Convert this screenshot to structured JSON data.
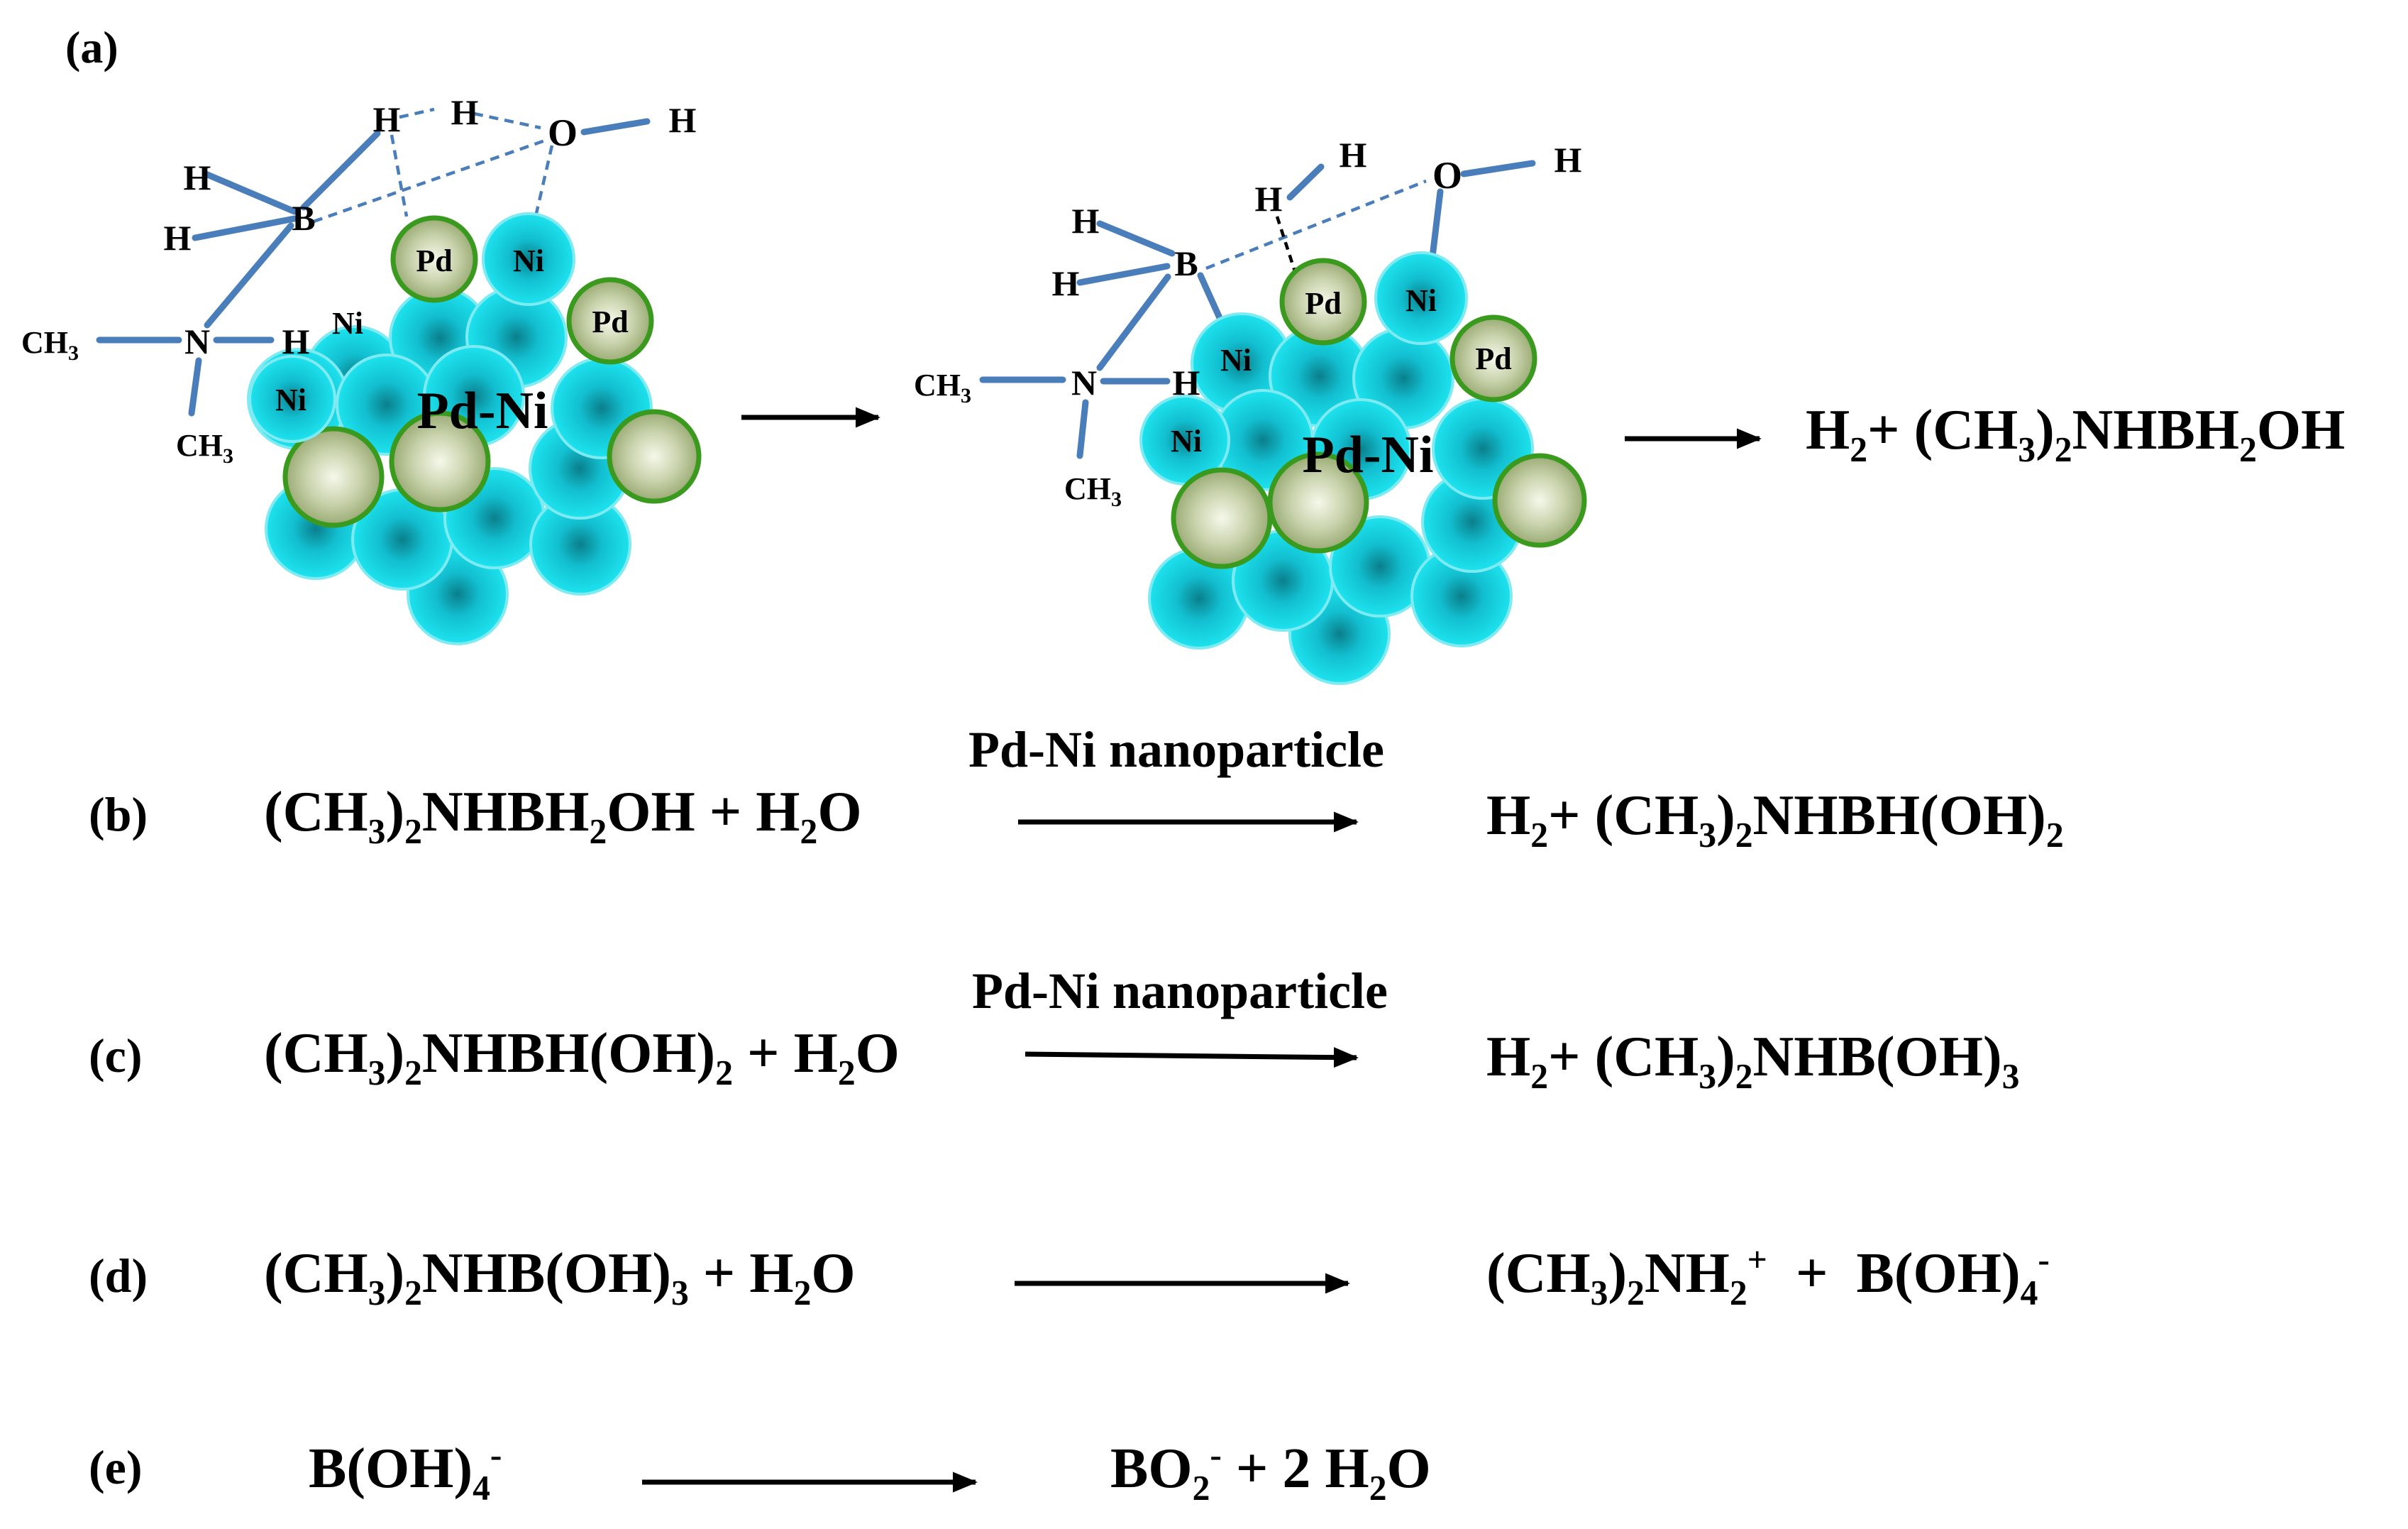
{
  "panels": {
    "a": "(a)",
    "b": "(b)",
    "c": "(c)",
    "d": "(d)",
    "e": "(e)"
  },
  "atoms": {
    "H": "H",
    "B": "B",
    "O": "O",
    "N": "N",
    "CH": "CH",
    "sub3": "3",
    "Pd": "Pd",
    "Ni": "Ni"
  },
  "cluster_label": "Pd-Ni",
  "catalyst_label": "Pd-Ni nanoparticle",
  "colors": {
    "bond": "#4a7ebb",
    "ni_fill": "#11d4e0",
    "ni_rim": "#7eeaf2",
    "pd_fill": "#b8c89a",
    "pd_rim": "#3a9a1e"
  },
  "reactions": {
    "a_product": [
      {
        "t": "H"
      },
      {
        "t": "2",
        "s": "sub"
      },
      {
        "t": "+ (CH"
      },
      {
        "t": "3",
        "s": "sub"
      },
      {
        "t": ")"
      },
      {
        "t": "2",
        "s": "sub"
      },
      {
        "t": "NHBH"
      },
      {
        "t": "2",
        "s": "sub"
      },
      {
        "t": "OH"
      }
    ],
    "b_left": [
      {
        "t": "(CH"
      },
      {
        "t": "3",
        "s": "sub"
      },
      {
        "t": ")"
      },
      {
        "t": "2",
        "s": "sub"
      },
      {
        "t": "NHBH"
      },
      {
        "t": "2",
        "s": "sub"
      },
      {
        "t": "OH + H"
      },
      {
        "t": "2",
        "s": "sub"
      },
      {
        "t": "O"
      }
    ],
    "b_right": [
      {
        "t": "H"
      },
      {
        "t": "2",
        "s": "sub"
      },
      {
        "t": "+ (CH"
      },
      {
        "t": "3",
        "s": "sub"
      },
      {
        "t": ")"
      },
      {
        "t": "2",
        "s": "sub"
      },
      {
        "t": "NHBH(OH)"
      },
      {
        "t": "2",
        "s": "sub"
      }
    ],
    "c_left": [
      {
        "t": "(CH"
      },
      {
        "t": "3",
        "s": "sub"
      },
      {
        "t": ")"
      },
      {
        "t": "2",
        "s": "sub"
      },
      {
        "t": "NHBH(OH)"
      },
      {
        "t": "2",
        "s": "sub"
      },
      {
        "t": " + H"
      },
      {
        "t": "2",
        "s": "sub"
      },
      {
        "t": "O"
      }
    ],
    "c_right": [
      {
        "t": "H"
      },
      {
        "t": "2",
        "s": "sub"
      },
      {
        "t": "+ (CH"
      },
      {
        "t": "3",
        "s": "sub"
      },
      {
        "t": ")"
      },
      {
        "t": "2",
        "s": "sub"
      },
      {
        "t": "NHB(OH)"
      },
      {
        "t": "3",
        "s": "sub"
      }
    ],
    "d_left": [
      {
        "t": "(CH"
      },
      {
        "t": "3",
        "s": "sub"
      },
      {
        "t": ")"
      },
      {
        "t": "2",
        "s": "sub"
      },
      {
        "t": "NHB(OH)"
      },
      {
        "t": "3",
        "s": "sub"
      },
      {
        "t": " + H"
      },
      {
        "t": "2",
        "s": "sub"
      },
      {
        "t": "O"
      }
    ],
    "d_right": [
      {
        "t": "(CH"
      },
      {
        "t": "3",
        "s": "sub"
      },
      {
        "t": ")"
      },
      {
        "t": "2",
        "s": "sub"
      },
      {
        "t": "NH"
      },
      {
        "t": "2",
        "s": "sub"
      },
      {
        "t": "+",
        "s": "sup"
      },
      {
        "t": "  +  B(OH)"
      },
      {
        "t": "4",
        "s": "sub"
      },
      {
        "t": "-",
        "s": "sup"
      }
    ],
    "e_left": [
      {
        "t": "B(OH)"
      },
      {
        "t": "4",
        "s": "sub"
      },
      {
        "t": "-",
        "s": "sup"
      }
    ],
    "e_right": [
      {
        "t": "BO"
      },
      {
        "t": "2",
        "s": "sub"
      },
      {
        "t": "-",
        "s": "sup"
      },
      {
        "t": " + 2 H"
      },
      {
        "t": "2",
        "s": "sub"
      },
      {
        "t": "O"
      }
    ]
  }
}
